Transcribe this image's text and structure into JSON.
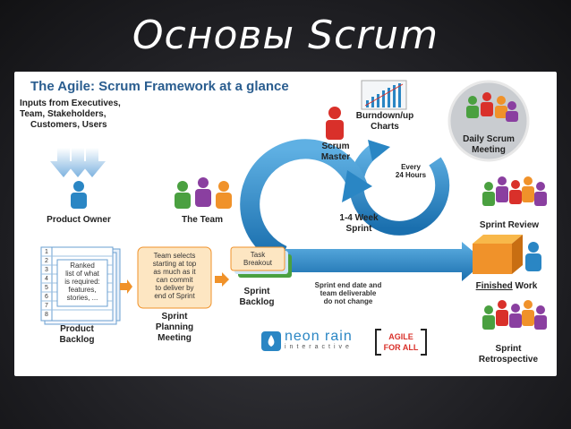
{
  "slide": {
    "title": "Основы Scrum"
  },
  "diagram": {
    "title": "The Agile: Scrum Framework at a glance",
    "inputs": [
      "Inputs from Executives,",
      "Team, Stakeholders,",
      "Customers, Users"
    ],
    "product_owner": "Product Owner",
    "the_team": "The Team",
    "scrum_master": [
      "Scrum",
      "Master"
    ],
    "burndown": [
      "Burndown/up",
      "Charts"
    ],
    "daily_scrum": [
      "Daily Scrum",
      "Meeting"
    ],
    "every_24": [
      "Every",
      "24 Hours"
    ],
    "sprint_length": [
      "1-4 Week",
      "Sprint"
    ],
    "sprint_review": "Sprint Review",
    "finished_word": "Finished",
    "finished_rest": " Work",
    "product_backlog": [
      "Product",
      "Backlog"
    ],
    "backlog_numbers": [
      "1",
      "2",
      "3",
      "4",
      "5",
      "6",
      "7",
      "8"
    ],
    "ranked_text": [
      "Ranked",
      "list of what",
      "is required:",
      "features,",
      "stories, ..."
    ],
    "team_selects": [
      "Team selects",
      "starting at top",
      "as much as it",
      "can commit",
      "to deliver by",
      "end of Sprint"
    ],
    "sprint_planning": [
      "Sprint",
      "Planning",
      "Meeting"
    ],
    "task_breakout": [
      "Task",
      "Breakout"
    ],
    "sprint_backlog": [
      "Sprint",
      "Backlog"
    ],
    "sprint_end": [
      "Sprint end date and",
      "team deliverable",
      "do not change"
    ],
    "sprint_retro": [
      "Sprint",
      "Retrospective"
    ],
    "logo1_word": "neon rain",
    "logo1_sub": "interactive",
    "logo2": [
      "AGILE",
      "FOR ALL"
    ],
    "colors": {
      "blue": "#2a86c4",
      "title_blue": "#2a5d8f",
      "red": "#d9302a",
      "green": "#4aa040",
      "purple": "#8a3fa0",
      "orange": "#f0922a"
    }
  }
}
